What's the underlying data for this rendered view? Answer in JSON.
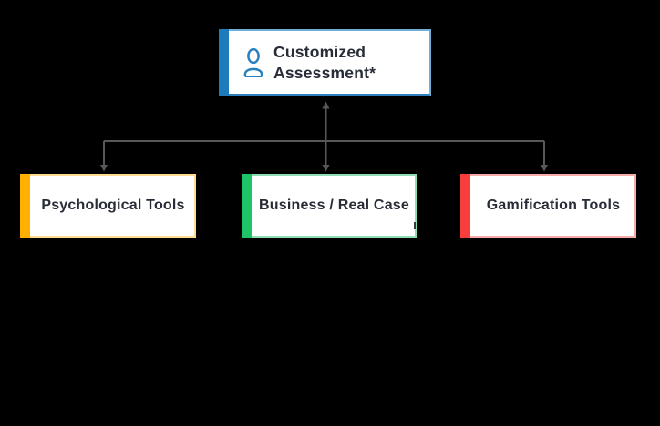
{
  "canvas": {
    "background": "#000000"
  },
  "root_node": {
    "label": "Customized Assessment*",
    "icon": "person-icon",
    "icon_color": "#2980BC",
    "accent_color": "#1E7CBD",
    "border_color": "#6FAFD7",
    "border_bottom_color": "#2E80BD",
    "fill_color": "#FFFFFF",
    "text_color": "#272C37"
  },
  "child_nodes": [
    {
      "label": "Psychological Tools",
      "accent_color": "#FFB001",
      "border_color": "#FFDC92"
    },
    {
      "label": "Business / Real Case",
      "accent_color": "#1FC468",
      "border_color": "#8FDDB5"
    },
    {
      "label": "Gamification Tools",
      "accent_color": "#F83D3D",
      "border_color": "#F8ABAB"
    }
  ],
  "connectors": {
    "color": "#585858"
  },
  "misc": {
    "caret_color": "#3A3A3A"
  }
}
